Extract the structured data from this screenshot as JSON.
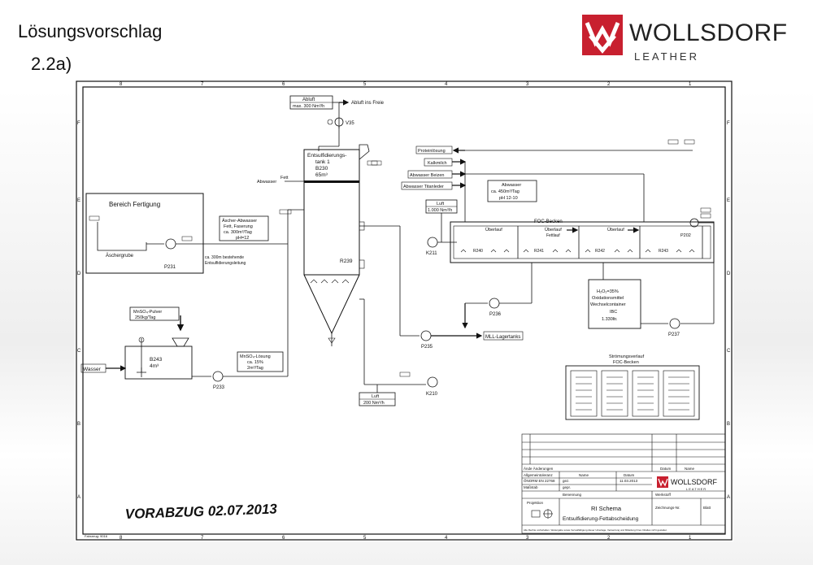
{
  "slide": {
    "title": "Lösungsvorschlag",
    "subtitle": "2.2a)"
  },
  "logo": {
    "name": "WOLLSDORF",
    "sub": "LEATHER",
    "brand_color": "#c8202f"
  },
  "grid": {
    "top_numbers": [
      "8",
      "7",
      "6",
      "5",
      "4",
      "3",
      "2",
      "1"
    ],
    "side_letters": [
      "F",
      "E",
      "D",
      "C",
      "B",
      "A"
    ]
  },
  "diagram": {
    "abluft_label": "Abluft",
    "abluft_value": "max. 300 Nm³/h",
    "abluft_ins_freie": "Abluft ins Freie",
    "v35": "V35",
    "tank_name": "Entsulfidierungs-",
    "tank_name2": "tank 1",
    "tank_id": "B230",
    "tank_volume": "65m³",
    "fett": "Fett",
    "abwasser": "Abwasser",
    "r239": "R239",
    "bereich_fertigung": "Bereich Fertigung",
    "aeschergrube": "Äschergrube",
    "p231": "P231",
    "aescher_abwasser": "Äscher-Abwasser",
    "fett_faserung": "Fett, Faserung",
    "aescher_flow": "ca. 300m³/Tag",
    "aescher_ph": "pH=12",
    "leitung_note1": "ca. 300m bestehende",
    "leitung_note2": "Entsulfidierungsleitung",
    "mnso4_pulver": "MnSO₄-Pulver",
    "mnso4_pulver_amount": "250kg/Tag",
    "b243": "B243",
    "b243_vol": "4m³",
    "wasser": "Wasser",
    "p233": "P233",
    "mnso4_loesung": "MnSO₄-Lösung",
    "mnso4_conc": "ca. 15%",
    "mnso4_flow": "2m³/Tag",
    "proteinloesung": "Proteinlösung",
    "kalkmilch": "Kalkmilch",
    "abwasser_beizen": "Abwasser Beizen",
    "abwasser_titanleder": "Abwasser Titanleder",
    "abwasser_box_title": "Abwasser",
    "abwasser_box_flow": "ca. 450m³/Tag",
    "abwasser_box_ph": "pH 12-10",
    "luft": "Luft",
    "luft_flow": "1.000 Nm³/h",
    "k211": "K211",
    "foc_becken": "FOC-Becken",
    "ueberlauf": "Überlauf",
    "fettlauf": "Fettlauf",
    "r240": "R240",
    "r241": "R241",
    "r242": "R242",
    "r243": "R243",
    "p202": "P202",
    "p236": "P236",
    "p235": "P235",
    "mll_lagertanks": "MLL-Lagertanks",
    "h2o2": "H₂O₂=35%",
    "oxidation": "Oxidationsmittel",
    "wechselcontainer": "Wechselcontainer",
    "ibc": "IBC",
    "ibc_vol": "1.330ltr.",
    "p237": "P237",
    "luft2": "Luft",
    "luft2_flow": "200 Nm³/h",
    "k210": "K210",
    "stroemung_title": "Strömungsverlauf",
    "stroemung_sub": "FOC-Becken",
    "vorabzug": "VORABZUG 02.07.2013",
    "paper_id": "Fahrzeug: 9016"
  },
  "title_block": {
    "name_header": "Name",
    "datum_header": "Datum",
    "allgemein": "Allgemeintoleranz",
    "norm": "ÖNORM EN 22768",
    "gez": "gez.",
    "date1": "11.03.2013",
    "gepr": "gepr.",
    "massstab": "Maßstab",
    "benennung": "Benennung",
    "projektion": "Projektion",
    "rl_schema": "RI Schema",
    "subject": "Entsulfidierung-Fettabscheidung",
    "werkstoff": "Werkstoff",
    "zeichnungsnr": "Zeichnungs-Nr.",
    "blatt": "Blatt",
    "rev_labels": "Ände Änderungen",
    "datum_name": "Datum",
    "name2": "Name",
    "footer": "Alle Rechte vorbehalten. Weitergabe sowie Vervielfältigung dieser Unterlage, Verwertung und Mitteilung ihres Inhaltes nicht gestattet."
  }
}
